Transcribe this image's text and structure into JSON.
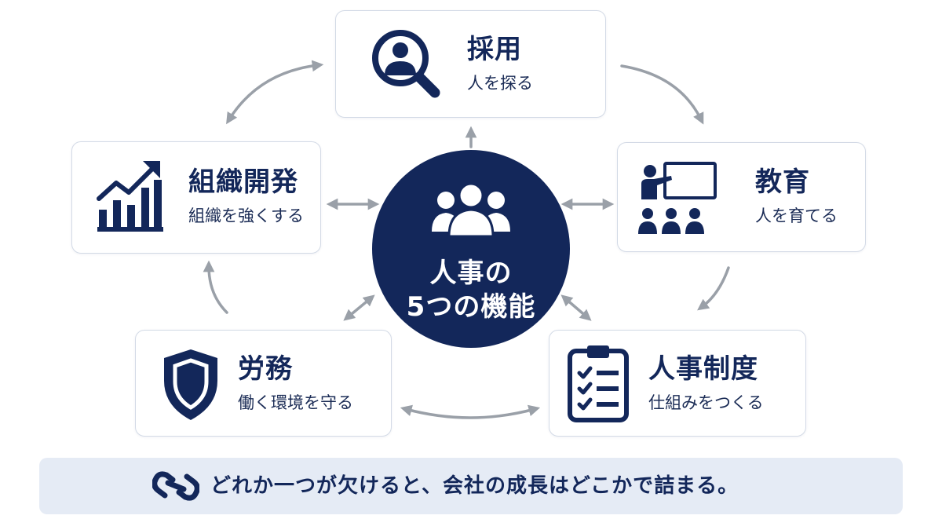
{
  "hub": {
    "line1": "人事の",
    "line2": "5つの機能",
    "icon": "people-group-icon"
  },
  "cards": {
    "recruit": {
      "title": "採用",
      "subtitle": "人を探る",
      "icon": "person-search-icon"
    },
    "org": {
      "title": "組織開発",
      "subtitle": "組織を強くする",
      "icon": "growth-chart-icon"
    },
    "edu": {
      "title": "教育",
      "subtitle": "人を育てる",
      "icon": "teacher-board-icon"
    },
    "labor": {
      "title": "労務",
      "subtitle": "働く環境を守る",
      "icon": "shield-icon"
    },
    "hrsys": {
      "title": "人事制度",
      "subtitle": "仕組みをつくる",
      "icon": "clipboard-checklist-icon"
    }
  },
  "footer": {
    "message": "どれか一つが欠けると、会社の成長はどこかで詰まる。",
    "icon": "link-icon"
  },
  "colors": {
    "primary": "#13275a",
    "arrow": "#9aa0a8",
    "card_border": "#d3dae6",
    "footer_bg": "#e5ebf5"
  }
}
